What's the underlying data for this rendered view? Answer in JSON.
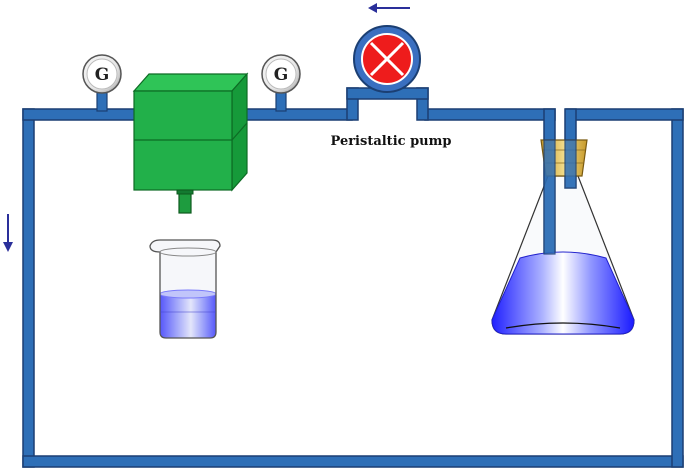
{
  "diagram": {
    "gauge_left": {
      "label": "G"
    },
    "gauge_right": {
      "label": "G"
    },
    "pump": {
      "label": "Peristaltic pump"
    },
    "colors": {
      "pipe_fill": "#2e6fb7",
      "pipe_edge": "#1b3f73",
      "module_green": "#22b04a",
      "module_green_dark": "#138a33",
      "pump_red": "#ee1c1c",
      "pump_blue": "#3a6fc0",
      "arrow_blue": "#2a2f9a",
      "liquid_blue": "#3b3bff",
      "cork": "#d6b44a"
    }
  }
}
